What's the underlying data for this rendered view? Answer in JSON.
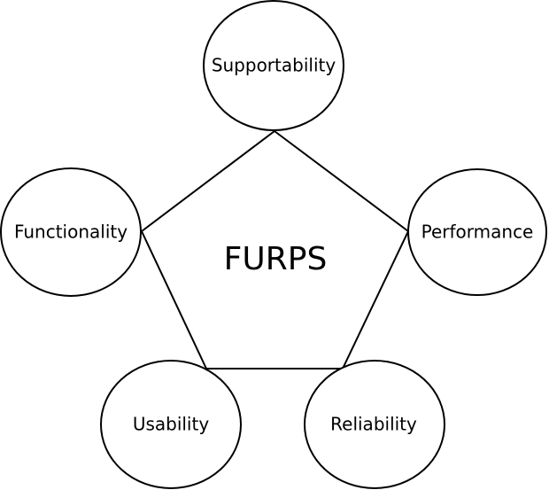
{
  "diagram": {
    "center_label": "FURPS",
    "nodes": [
      {
        "label": "Supportability"
      },
      {
        "label": "Performance"
      },
      {
        "label": "Reliability"
      },
      {
        "label": "Usability"
      },
      {
        "label": "Functionality"
      }
    ]
  }
}
